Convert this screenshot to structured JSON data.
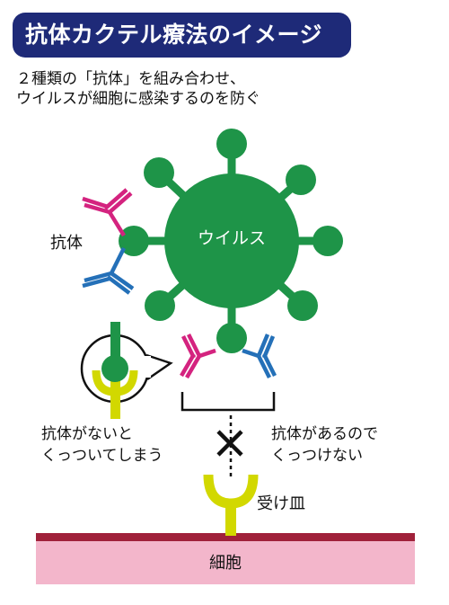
{
  "title": "抗体カクテル療法のイメージ",
  "intro": {
    "line1": "２種類の「抗体」を組み合わせ、",
    "line2": "ウイルスが細胞に感染するのを防ぐ"
  },
  "labels": {
    "antibody": "抗体",
    "virus": "ウイルス",
    "without_antibody_line1": "抗体がないと",
    "without_antibody_line2": "くっついてしまう",
    "with_antibody_line1": "抗体があるので",
    "with_antibody_line2": "くっつけない",
    "receptor": "受け皿",
    "cell": "細胞"
  },
  "colors": {
    "title_bg": "#1e2a78",
    "virus": "#1e9448",
    "antibody_magenta": "#d4237f",
    "antibody_blue": "#2470b8",
    "receptor": "#d2d800",
    "cell_membrane": "#a0213a",
    "cell_body": "#f3b6cb"
  }
}
